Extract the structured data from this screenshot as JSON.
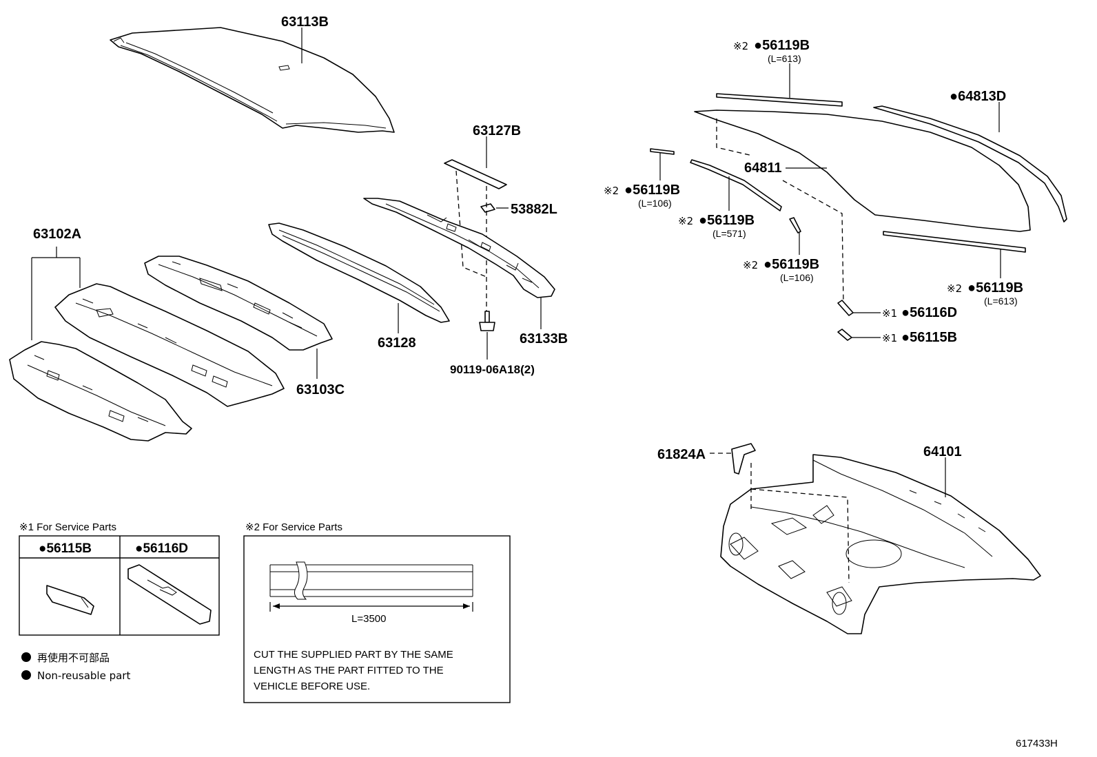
{
  "callouts": {
    "c63113B": "63113B",
    "c63127B": "63127B",
    "c53882L": "53882L",
    "c63102A": "63102A",
    "c63128": "63128",
    "c63133B": "63133B",
    "c63103C": "63103C",
    "c90119": "90119-06A18(2)",
    "c64811": "64811",
    "c64813D": "●64813D",
    "c64101": "64101",
    "c61824A": "61824A",
    "m1_top": {
      "mark": "※2",
      "part": "●56119B",
      "length": "(L=613)"
    },
    "m2_left": {
      "mark": "※2",
      "part": "●56119B",
      "length": "(L=106)"
    },
    "m3_mid": {
      "mark": "※2",
      "part": "●56119B",
      "length": "(L=571)"
    },
    "m4_mid2": {
      "mark": "※2",
      "part": "●56119B",
      "length": "(L=106)"
    },
    "m5_right": {
      "mark": "※2",
      "part": "●56119B",
      "length": "(L=613)"
    },
    "p56116D": {
      "mark": "※1",
      "part": "●56116D"
    },
    "p56115B": {
      "mark": "※1",
      "part": "●56115B"
    }
  },
  "service1": {
    "title": "※1 For Service Parts",
    "col1": "●56115B",
    "col2": "●56116D"
  },
  "service2": {
    "title": "※2 For Service Parts",
    "length": "L=3500",
    "note1": "CUT THE SUPPLIED PART BY THE SAME",
    "note2": "LENGTH AS THE PART FITTED TO THE",
    "note3": "VEHICLE BEFORE USE."
  },
  "legend": {
    "jp": "再使用不可部品",
    "en": "Non-reusable part"
  },
  "figure_code": "617433H"
}
